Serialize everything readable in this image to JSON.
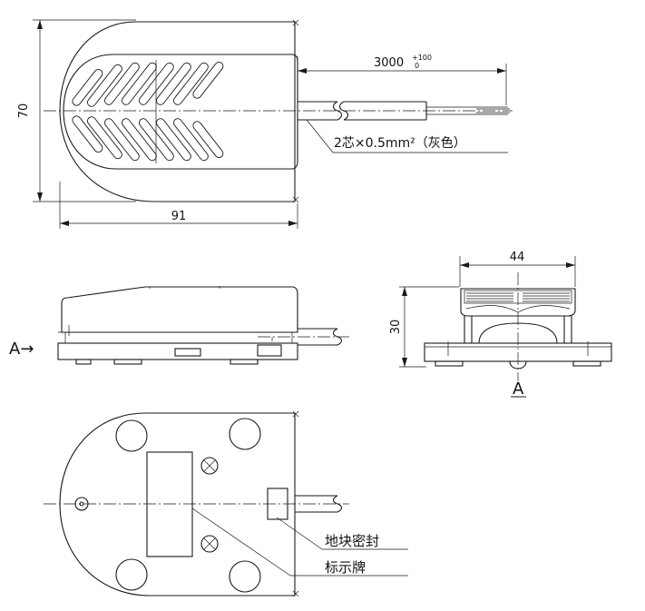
{
  "dimensions": {
    "width_top": "91",
    "height_top": "70",
    "cable_length_base": "3000",
    "cable_tol_upper": "+100",
    "cable_tol_lower": "0",
    "width_side": "44",
    "height_side": "30"
  },
  "labels": {
    "cable_spec": "2芯×0.5mm²（灰色）",
    "view_marker": "A",
    "view_arrow": "A→",
    "ground_seal": "地块密封",
    "nameplate": "标示牌"
  },
  "colors": {
    "line": "#1a1a1a",
    "background": "#ffffff"
  }
}
